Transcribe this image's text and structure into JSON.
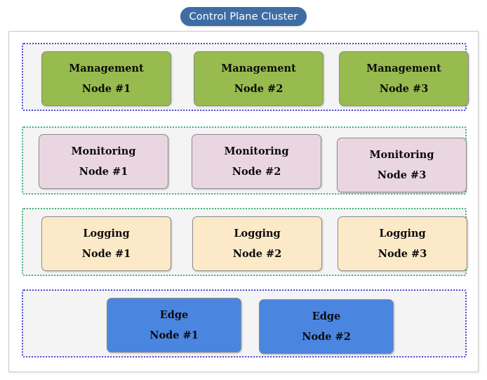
{
  "diagram": {
    "title": "Control Plane Cluster",
    "colors": {
      "title_banner": "#3d6da4",
      "title_text": "#ffffff",
      "container_border": "#c8c8c8",
      "group_border_blue": "#4a4ad8",
      "group_border_green": "#3fb57a",
      "group_fill": "#f4f4f4",
      "node_green": "#97bb4e",
      "node_pink": "#ead6e1",
      "node_beige": "#fce9c8",
      "node_blue": "#4a86e0",
      "node_border": "#8c8c8c",
      "node_text": "#0b0b0b"
    },
    "groups": [
      {
        "id": "management",
        "border_style": "dotted",
        "border_color": "#4a4ad8",
        "nodes": [
          {
            "role": "Management",
            "name": "Node #1"
          },
          {
            "role": "Management",
            "name": "Node #2"
          },
          {
            "role": "Management",
            "name": "Node #3"
          }
        ]
      },
      {
        "id": "monitoring",
        "border_style": "dotted",
        "border_color": "#3fb57a",
        "nodes": [
          {
            "role": "Monitoring",
            "name": "Node #1"
          },
          {
            "role": "Monitoring",
            "name": "Node #2"
          },
          {
            "role": "Monitoring",
            "name": "Node #3"
          }
        ]
      },
      {
        "id": "logging",
        "border_style": "dotted",
        "border_color": "#3fb57a",
        "nodes": [
          {
            "role": "Logging",
            "name": "Node #1"
          },
          {
            "role": "Logging",
            "name": "Node #2"
          },
          {
            "role": "Logging",
            "name": "Node #3"
          }
        ]
      },
      {
        "id": "edge",
        "border_style": "dotted",
        "border_color": "#4a4ad8",
        "nodes": [
          {
            "role": "Edge",
            "name": "Node #1"
          },
          {
            "role": "Edge",
            "name": "Node #2"
          }
        ]
      }
    ]
  }
}
